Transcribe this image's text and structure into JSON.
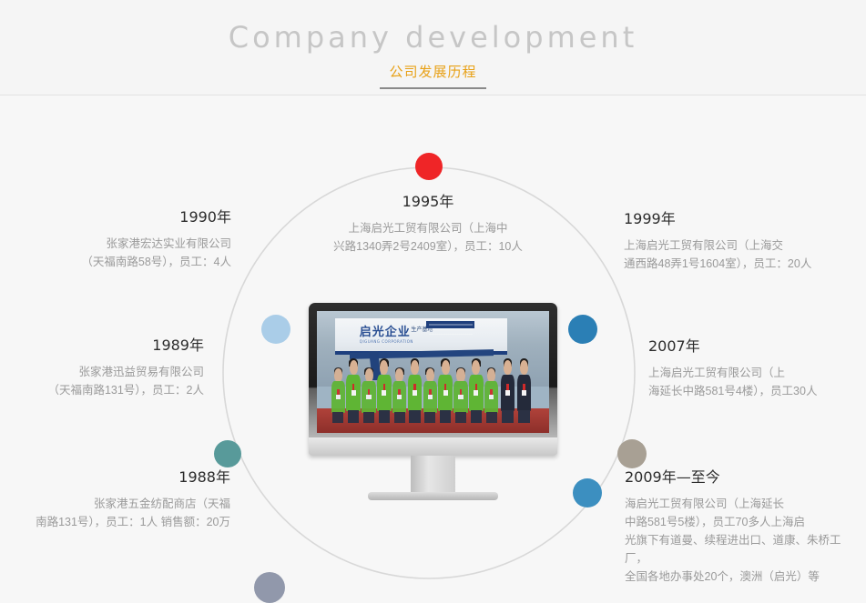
{
  "header": {
    "title_en": "Company  development",
    "title_cn": "公司发展历程"
  },
  "timeline": {
    "entries": [
      {
        "id": "1988",
        "year": "1988年",
        "desc": "张家港五金纺配商店（天福\n南路131号），员工：1人  销售额：20万",
        "dot_color": "#9198ab",
        "align": "right"
      },
      {
        "id": "1989",
        "year": "1989年",
        "desc": "张家港迅益贸易有限公司\n（天福南路131号），员工：2人",
        "dot_color": "#589a9a",
        "align": "right"
      },
      {
        "id": "1990",
        "year": "1990年",
        "desc": "张家港宏达实业有限公司\n（天福南路58号），员工：4人",
        "dot_color": "#aacde8",
        "align": "right"
      },
      {
        "id": "1995",
        "year": "1995年",
        "desc": "上海启光工贸有限公司（上海中\n兴路1340弄2号2409室），员工：10人",
        "dot_color": "#ef2527",
        "align": "center"
      },
      {
        "id": "1999",
        "year": "1999年",
        "desc": "上海启光工贸有限公司（上海交\n通西路48弄1号1604室），员工：20人",
        "dot_color": "#2b7fb5",
        "align": "left"
      },
      {
        "id": "2007",
        "year": "2007年",
        "desc": "上海启光工贸有限公司（上\n海延长中路581号4楼），员工30人",
        "dot_color": "#a8a094",
        "align": "left"
      },
      {
        "id": "2009",
        "year": "2009年—至今",
        "desc": "海启光工贸有限公司（上海延长\n中路581号5楼），员工70多人上海启\n光旗下有道曼、续程进出口、道康、朱桥工厂，\n全国各地办事处20个，澳洲（启光）等",
        "dot_color": "#3c8fc0",
        "align": "left"
      }
    ]
  },
  "monitor": {
    "photo_alt": "启光企业 生产基地 团队合影",
    "booth_logo": "启光企业",
    "booth_logo_sub": "QIGUANG CORPORATION",
    "booth_subtitle": "生产基地"
  },
  "colors": {
    "page_background": "#f7f7f7",
    "header_background": "#f5f5f5",
    "accent_orange": "#e8a117",
    "title_grey": "#c6c6c6",
    "body_text": "#9a9a9a",
    "year_text": "#2c2c2c",
    "ring_stroke": "#d6d6d6"
  }
}
